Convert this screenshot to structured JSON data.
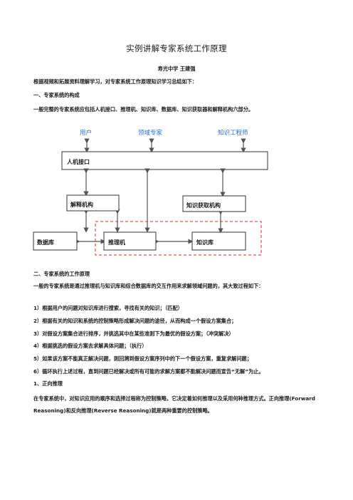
{
  "doc": {
    "title": "实例讲解专家系统工作原理",
    "author": "寿光中学  王建强",
    "intro": "根据视频和拓展资料理解学习，对专家系统工作原理知识学习总结如下：",
    "h1": "一、专家系统的构成",
    "p1": "一般完整的专家系统应包括人机接口、推理机、知识库、数据库、知识获取器和解释机构六部分。",
    "h2": "二、专家系统的工作原理",
    "p2": "一般的专家系统是通过推理机与知识库和综合数据库的交互作用来求解领域问题的，其大致过程如下：",
    "steps": [
      "1）根据用户的问题对知识库进行搜索，寻找有关的知识；（匹配）",
      "2）根据有关的知识和系统的控制策略形成解决问题的途径，从而构成一个假设方案集合；",
      "3）对假设方案集合进行排序，并挑选其中在某些准则下为最优的假设方案；（冲突解决）",
      "4）根据挑选的假设方案去求解具体问题；（执行）",
      "5）如果该方案不能真正解决问题，则回溯到假设方案序列中的下一个假设方案，重复求解问题；",
      "6）循环执行上述过程，直到问题已经解决或所有可能的求解方案都不能解决问题而宣告“无解”为止。"
    ],
    "h3": "1、正向推理",
    "p3": "在专家系统中，对知识应用的顺序和选择过程称为控制策略，它决定着如何推理以及采用何种推理方式。正向推理(Forward Reasoning)和反向推理(Reverse Reasoning)就是两种重要的控制策略。"
  },
  "diagram": {
    "user": "用户",
    "domain_expert": "领域专家",
    "knowledge_engineer": "知识工程师",
    "hmi": "人机接口",
    "explain": "解释机构",
    "acquire": "知识获取机构",
    "database": "数据库",
    "inference": "推理机",
    "kb": "知识库",
    "colors": {
      "label_blue": "#2e6fc2",
      "box_stroke": "#333333",
      "dash_red": "#e0242a",
      "arrow": "#555555"
    }
  }
}
